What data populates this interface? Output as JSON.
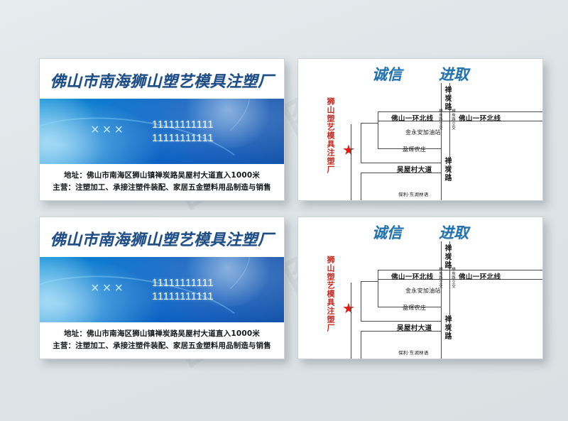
{
  "page": {
    "background_color": "#dfe6e9",
    "watermark_text": "图库"
  },
  "front_card": {
    "company_title": "佛山市南海狮山塑艺模具注塑厂",
    "banner": {
      "contact_name": "×××",
      "phone_1": "11111111111",
      "phone_2": "11111111111",
      "accent_color": "#0a63c4"
    },
    "address_line": "地址：佛山市南海区狮山镇禅炭路吴屋村大道直入1000米",
    "business_line": "主营：注塑加工、承接注塑件装配、家居五金塑料用品制造与销售"
  },
  "back_card": {
    "slogan_left": "诚信",
    "slogan_right": "进取",
    "factory_label": "狮山塑艺模具注塑厂",
    "factory_label_color": "#c32a20",
    "star_marker": "★",
    "map_labels": {
      "ring_road_west": "佛山一环北线",
      "ring_road_east": "佛山一环北线",
      "vertical_road_top": "禅炭路",
      "vertical_road_bottom": "禅炭路",
      "interchange_left": "禅炭路立交",
      "interchange_right": "禅炭路立交",
      "gas_station": "金永安加油站",
      "farm": "盈辉农庄",
      "village_avenue": "吴屋村大道",
      "residence": "保利·东湖林语"
    }
  }
}
